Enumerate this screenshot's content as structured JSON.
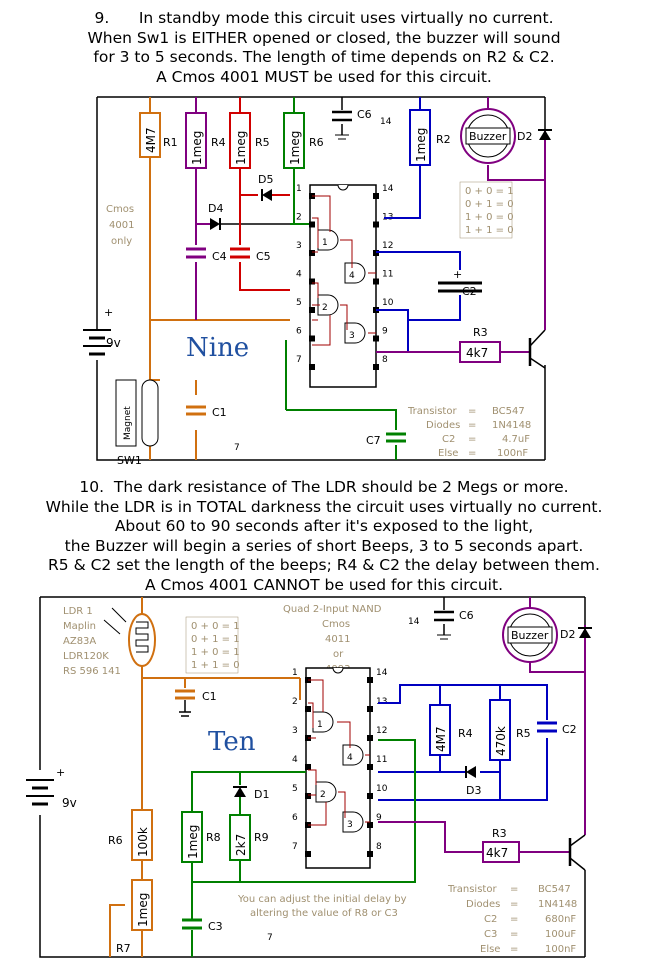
{
  "circuit9": {
    "heading": [
      "9.      In standby mode this circuit uses virtually no current.",
      "When Sw1 is EITHER opened or closed, the buzzer will sound",
      "for 3 to 5 seconds. The length of time depends on R2 & C2.",
      "A Cmos 4001 MUST be used for this circuit."
    ],
    "name": "Nine",
    "ic_note": [
      "Cmos",
      "4001",
      "only"
    ],
    "truth_table": [
      "0 + 0 = 1",
      "0 + 1 = 0",
      "1 + 0 = 0",
      "1 + 1 = 0"
    ],
    "resistors": [
      {
        "ref": "R1",
        "value": "4M7"
      },
      {
        "ref": "R4",
        "value": "1meg"
      },
      {
        "ref": "R5",
        "value": "1meg"
      },
      {
        "ref": "R6",
        "value": "1meg"
      },
      {
        "ref": "R2",
        "value": "1meg"
      },
      {
        "ref": "R3",
        "value": "4k7"
      }
    ],
    "labels": {
      "c6": "C6",
      "pin14": "14",
      "buzzer": "Buzzer",
      "d2": "D2",
      "d5": "D5",
      "d4": "D4",
      "c4": "C4",
      "c5": "C5",
      "c2": "C2",
      "c1": "C1",
      "c7": "C7",
      "battery": "9v",
      "magnet": "Magnet",
      "sw1": "SW1",
      "pin7": "7"
    },
    "gate_numbers": [
      "1",
      "2",
      "3",
      "4"
    ],
    "pins_left": [
      "1",
      "2",
      "3",
      "4",
      "5",
      "6",
      "7"
    ],
    "pins_right": [
      "14",
      "13",
      "12",
      "11",
      "10",
      "9",
      "8"
    ],
    "parts": [
      {
        "name": "Transistor",
        "value": "BC547"
      },
      {
        "name": "Diodes",
        "value": "1N4148"
      },
      {
        "name": "C2",
        "value": "4.7uF"
      },
      {
        "name": "Else",
        "value": "100nF"
      }
    ]
  },
  "circuit10": {
    "heading": [
      "10.  The dark resistance of The LDR should be 2 Megs or more.",
      "While the LDR is in TOTAL darkness the circuit uses virtually no current.",
      "About 60 to 90 seconds after it's exposed to the light,",
      "the Buzzer will begin a series of short Beeps, 3 to 5 seconds apart.",
      "R5 & C2 set the length of the beeps; R4 & C2 the delay between them.",
      "A Cmos 4001 CANNOT be used for this circuit."
    ],
    "name": "Ten",
    "ldr_note": [
      "LDR 1",
      "Maplin",
      "AZ83A",
      "LDR120K",
      "RS 596 141"
    ],
    "ic_note": [
      "Quad 2-Input NAND",
      "Cmos",
      "4011",
      "or",
      "4093"
    ],
    "truth_table": [
      "0 + 0 = 1",
      "0 + 1 = 1",
      "1 + 0 = 1",
      "1 + 1 = 0"
    ],
    "resistors": [
      {
        "ref": "R4",
        "value": "4M7"
      },
      {
        "ref": "R5",
        "value": "470k"
      },
      {
        "ref": "R8",
        "value": "1meg"
      },
      {
        "ref": "R9",
        "value": "2k7"
      },
      {
        "ref": "R6",
        "value": "100k"
      },
      {
        "ref": "R7",
        "value": "1meg"
      },
      {
        "ref": "R3",
        "value": "4k7"
      }
    ],
    "labels": {
      "c6": "C6",
      "pin14": "14",
      "buzzer": "Buzzer",
      "d2": "D2",
      "c1": "C1",
      "c2": "C2",
      "c3": "C3",
      "d1": "D1",
      "d3": "D3",
      "battery": "9v",
      "pin7": "7"
    },
    "gate_numbers": [
      "1",
      "2",
      "3",
      "4"
    ],
    "pins_left": [
      "1",
      "2",
      "3",
      "4",
      "5",
      "6",
      "7"
    ],
    "pins_right": [
      "14",
      "13",
      "12",
      "11",
      "10",
      "9",
      "8"
    ],
    "adjust_note": [
      "You can adjust the initial delay by",
      "altering the value of R8 or C3"
    ],
    "parts": [
      {
        "name": "Transistor",
        "value": "BC547"
      },
      {
        "name": "Diodes",
        "value": "1N4148"
      },
      {
        "name": "C2",
        "value": "680nF"
      },
      {
        "name": "C3",
        "value": "100uF"
      },
      {
        "name": "Else",
        "value": "100nF"
      }
    ]
  }
}
